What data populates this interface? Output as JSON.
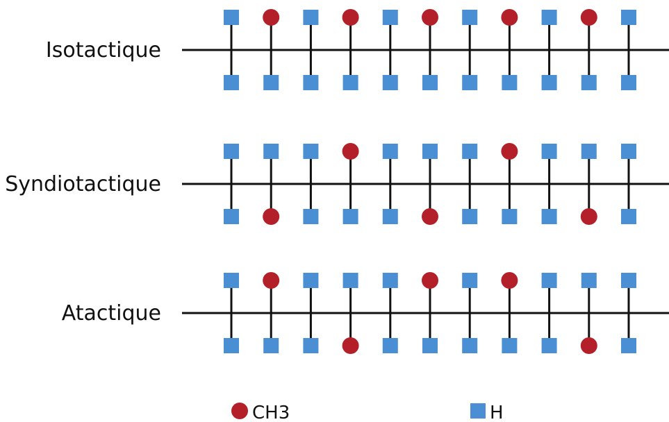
{
  "rows": [
    {
      "label": "Isotactique",
      "top": [
        "H",
        "CH3",
        "H",
        "CH3",
        "H",
        "CH3",
        "H",
        "CH3",
        "H",
        "CH3",
        "H"
      ],
      "bottom": [
        "H",
        "H",
        "H",
        "H",
        "H",
        "H",
        "H",
        "H",
        "H",
        "H",
        "H"
      ]
    },
    {
      "label": "Syndiotactique",
      "top": [
        "H",
        "H",
        "H",
        "CH3",
        "H",
        "H",
        "H",
        "CH3",
        "H",
        "H",
        "H"
      ],
      "bottom": [
        "H",
        "CH3",
        "H",
        "H",
        "H",
        "CH3",
        "H",
        "H",
        "H",
        "CH3",
        "H"
      ]
    },
    {
      "label": "Atactique",
      "top": [
        "H",
        "CH3",
        "H",
        "H",
        "H",
        "CH3",
        "H",
        "CH3",
        "H",
        "H",
        "H"
      ],
      "bottom": [
        "H",
        "H",
        "H",
        "CH3",
        "H",
        "H",
        "H",
        "H",
        "H",
        "CH3",
        "H"
      ]
    }
  ],
  "legend": {
    "ch3_label": "CH3",
    "h_label": "H"
  },
  "colors": {
    "ch3": "#b3202a",
    "h": "#4a8fd4",
    "line": "#111111"
  }
}
